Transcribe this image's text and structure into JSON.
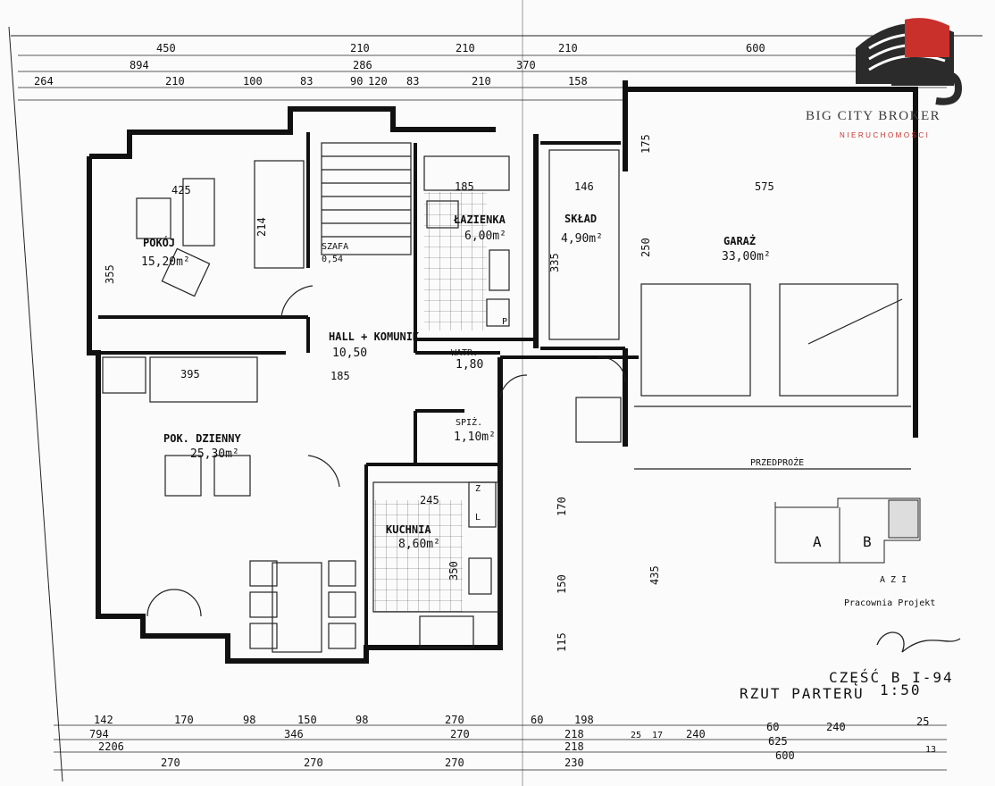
{
  "rooms": [
    {
      "key": "pokoj",
      "name": "POKÓJ",
      "area": "15,20m²"
    },
    {
      "key": "lazienka",
      "name": "ŁAZIENKA",
      "area": "6,00m²"
    },
    {
      "key": "sklad",
      "name": "SKŁAD",
      "area": "4,90m²"
    },
    {
      "key": "garaz",
      "name": "GARAŻ",
      "area": "33,00m²"
    },
    {
      "key": "hall",
      "name": "HALL + KOMUNIK.",
      "area": "10,50"
    },
    {
      "key": "szafa",
      "name": "SZAFA",
      "area": "0,54"
    },
    {
      "key": "watr",
      "name": "WATR.",
      "area": "1,80"
    },
    {
      "key": "spiz",
      "name": "SPIŻ.",
      "area": "1,10m²"
    },
    {
      "key": "dzienny",
      "name": "POK. DZIENNY",
      "area": "25,30m²"
    },
    {
      "key": "kuchnia",
      "name": "KUCHNIA",
      "area": "8,60m²"
    }
  ],
  "dims_top_row1": [
    "450",
    "210",
    "210",
    "210",
    "600"
  ],
  "dims_top_row2": [
    "894",
    "286",
    "370"
  ],
  "dims_top_row3": [
    "264",
    "210",
    "100",
    "83",
    "90",
    "120",
    "83",
    "210",
    "158"
  ],
  "dims_bottom_row1": [
    "142",
    "170",
    "98",
    "150",
    "98",
    "270",
    "60",
    "198",
    "240",
    "60",
    "240",
    "25"
  ],
  "dims_bottom_row2": [
    "794",
    "346",
    "270",
    "218",
    "25",
    "17",
    "625",
    "13"
  ],
  "dims_bottom_row3": [
    "2206",
    "218"
  ],
  "dims_bottom_row4": [
    "270",
    "270",
    "270",
    "230",
    "600"
  ],
  "dims_interior": [
    "425",
    "214",
    "355",
    "185",
    "146",
    "575",
    "250",
    "335",
    "395",
    "185",
    "245",
    "350",
    "435",
    "150",
    "115",
    "170",
    "175"
  ],
  "labels": {
    "predproze": "PRZEDPROŻE",
    "part_a": "A",
    "part_b": "B",
    "stamp_line1": "A Z I",
    "stamp_line2": "Pracownia Projekt",
    "z": "Z",
    "l": "L",
    "p": "P"
  },
  "title": {
    "line1": "CZĘŚĆ  B I-94",
    "line2": "RZUT PARTERU",
    "scale": "1:50"
  },
  "logo": {
    "brand": "BIG CITY BROKER",
    "tagline": "NIERUCHOMOŚCI"
  }
}
